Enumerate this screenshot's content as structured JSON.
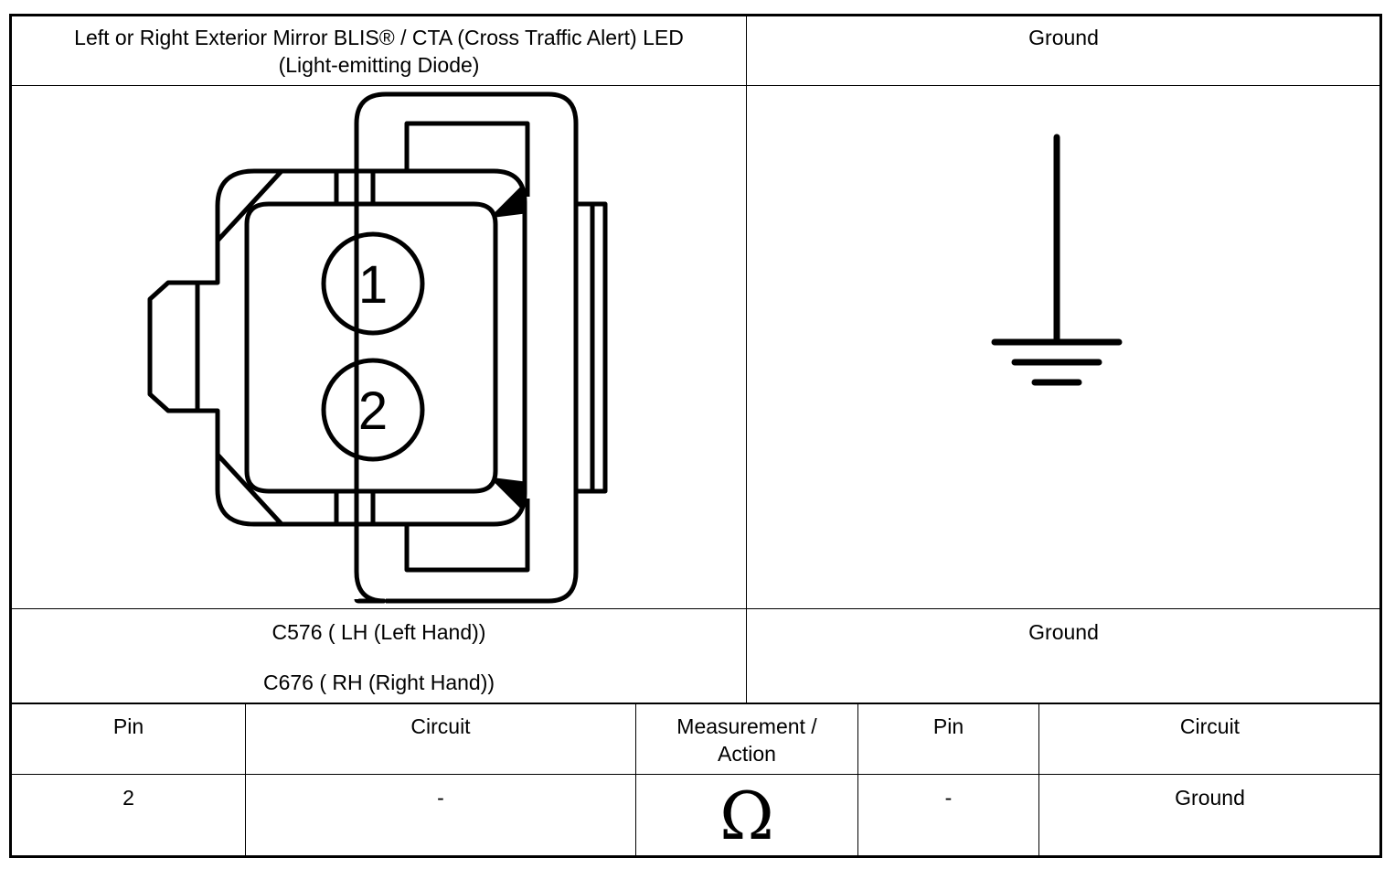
{
  "header": {
    "left_title_line1": "Left or Right Exterior Mirror BLIS® / CTA (Cross Traffic Alert) LED",
    "left_title_line2": "(Light-emitting Diode)",
    "right_title": "Ground"
  },
  "connector": {
    "icon": "connector-face-view-icon",
    "pins": [
      "1",
      "2"
    ]
  },
  "ground_symbol": {
    "icon": "ground-symbol-icon"
  },
  "connector_ids": {
    "line1": "C576 ( LH (Left Hand))",
    "line2": "C676 ( RH (Right Hand))",
    "right": "Ground"
  },
  "table": {
    "headers": [
      "Pin",
      "Circuit",
      "Measurement / Action",
      "Pin",
      "Circuit"
    ],
    "measurement_header_line1": "Measurement /",
    "measurement_header_line2": "Action",
    "row": {
      "pin_a": "2",
      "circuit_a": "-",
      "measurement_symbol": "Ω",
      "pin_b": "-",
      "circuit_b": "Ground"
    }
  }
}
